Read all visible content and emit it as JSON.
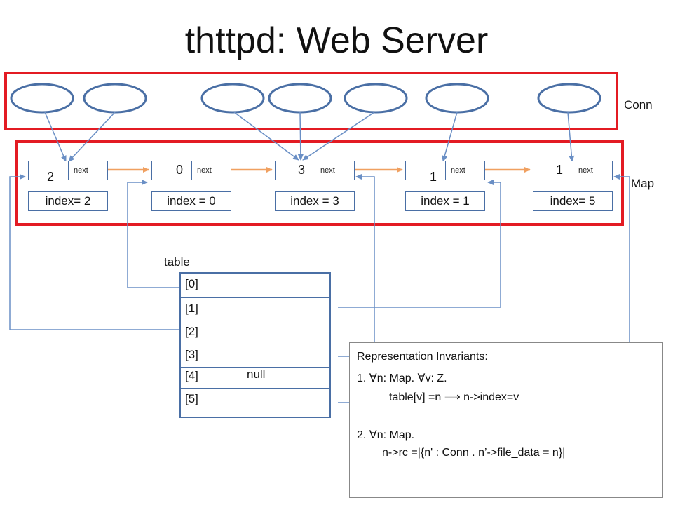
{
  "title": "thttpd: Web Server",
  "labels": {
    "conn": "Conn",
    "map": "Map",
    "table": "table"
  },
  "map_nodes": [
    {
      "count": "2",
      "next": "next",
      "index": "index= 2"
    },
    {
      "count": "0",
      "next": "next",
      "index": "index = 0"
    },
    {
      "count": "3",
      "next": "next",
      "index": "index = 3"
    },
    {
      "count": "1",
      "next": "next",
      "index": "index = 1"
    },
    {
      "count": "1",
      "next": "next",
      "index": "index= 5"
    }
  ],
  "table_rows": [
    {
      "index": "[0]",
      "value": ""
    },
    {
      "index": "[1]",
      "value": ""
    },
    {
      "index": "[2]",
      "value": ""
    },
    {
      "index": "[3]",
      "value": ""
    },
    {
      "index": "[4]",
      "value": "null"
    },
    {
      "index": "[5]",
      "value": ""
    }
  ],
  "invariants": {
    "heading": "Representation Invariants:",
    "line1": "1. ∀n:  Map. ∀v: Z.",
    "line2": "table[v] =n ⟹ n->index=v",
    "line3": "2. ∀n: Map.",
    "line4": "n->rc =|{n' : Conn . n’->file_data = n}|"
  },
  "colors": {
    "conn_box": "#e31b23",
    "map_box": "#e31b23",
    "ellipse": "#4a6fa5",
    "next_arrow": "#f0a060",
    "line": "#6a8fc5"
  }
}
